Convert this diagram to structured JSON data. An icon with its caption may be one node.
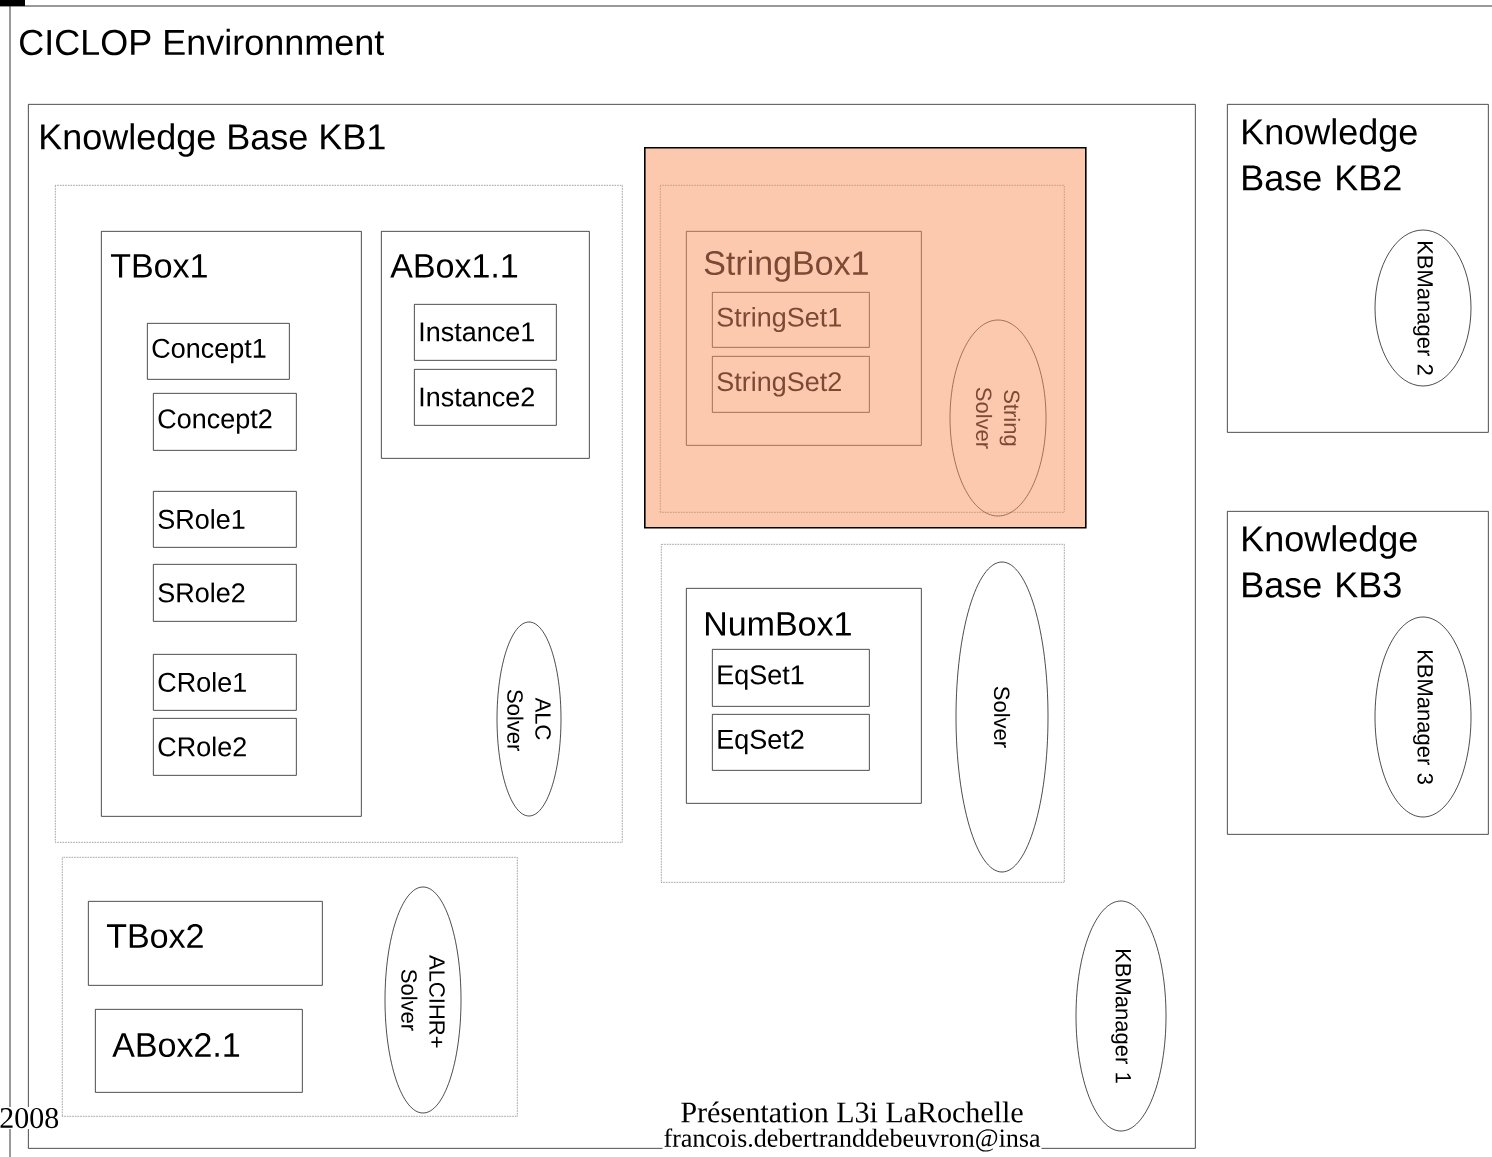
{
  "diagram": {
    "nodes": [
      {
        "text": [
          "CICLOP Environnment"
        ]
      },
      {
        "text": [
          "Knowledge Base KB1"
        ],
        "in": 0
      },
      {
        "text": [],
        "shape": "box",
        "in": 1
      },
      {
        "text": [
          "TBox1"
        ],
        "in": 2
      },
      {
        "text": [
          "Concept1"
        ],
        "in": 3
      },
      {
        "text": [
          "Concept2"
        ],
        "in": 3
      },
      {
        "text": [
          "SRole1"
        ],
        "in": 3
      },
      {
        "text": [
          "SRole2"
        ],
        "in": 3
      },
      {
        "text": [
          "CRole1"
        ],
        "in": 3
      },
      {
        "text": [
          "CRole2"
        ],
        "in": 3
      },
      {
        "text": [
          "ABox1.1"
        ],
        "in": 2
      },
      {
        "text": [
          "Instance1"
        ],
        "in": 10
      },
      {
        "text": [
          "Instance2"
        ],
        "in": 10
      },
      {
        "text": [
          "ALC Solver"
        ],
        "in": 2
      },
      {
        "text": [],
        "shape": "box",
        "in": 1
      },
      {
        "text": [],
        "shape": "box",
        "in": 14
      },
      {
        "text": [
          "StringBox1"
        ],
        "in": 15
      },
      {
        "text": [
          "StringSet1"
        ],
        "in": 16
      },
      {
        "text": [
          "StringSet2"
        ],
        "in": 16
      },
      {
        "text": [
          "String Solver"
        ],
        "in": 15
      },
      {
        "text": [],
        "shape": "box",
        "in": 1
      },
      {
        "text": [
          "NumBox1"
        ],
        "in": 20
      },
      {
        "text": [
          "EqSet1"
        ],
        "in": 21
      },
      {
        "text": [
          "EqSet2"
        ],
        "in": 21
      },
      {
        "text": [
          "Solver"
        ],
        "in": 20
      },
      {
        "text": [],
        "shape": "box",
        "in": 1
      },
      {
        "text": [
          "TBox2"
        ],
        "in": 25
      },
      {
        "text": [
          "ABox2.1"
        ],
        "in": 25
      },
      {
        "text": [
          "ALCIHR+ Solver"
        ],
        "in": 25
      },
      {
        "text": [
          "KBManager 1"
        ],
        "in": 1
      },
      {
        "text": [
          "Knowledge Base KB2"
        ],
        "in": 0
      },
      {
        "text": [
          "KBManager 2"
        ],
        "in": 30
      },
      {
        "text": [
          "Knowledge Base KB3"
        ],
        "in": 0
      },
      {
        "text": [
          "KBManager 3"
        ],
        "in": 32
      }
    ],
    "labels": [
      "2008",
      "Présentation L3i LaRochelle",
      "francois.debertranddebeuvron@insa"
    ]
  }
}
